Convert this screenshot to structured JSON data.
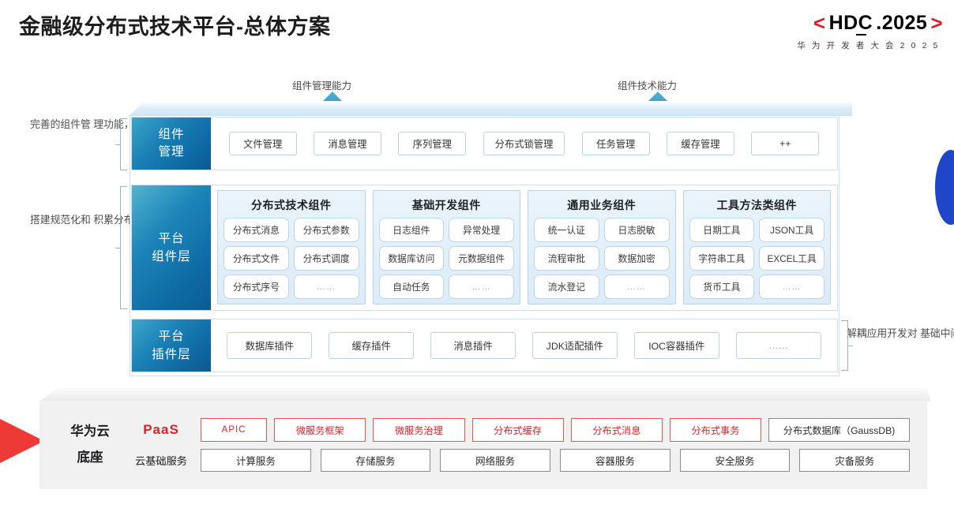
{
  "header": {
    "title": "金融级分布式技术平台-总体方案",
    "logo_bracket_left": "<",
    "logo_text_a": "HDC",
    "logo_text_b": ".2025",
    "logo_bracket_right": ">",
    "logo_subtitle": "华 为 开 发 者 大 会 2 0 2 5",
    "accent_red": "#d8232a"
  },
  "arrows": [
    {
      "label": "组件管理能力"
    },
    {
      "label": "组件技术能力"
    }
  ],
  "left_notes": [
    "完善的组件管\n理功能，提供\n技术参数的全\n生命周期管理",
    "搭建规范化和\n积累分布式技\n术组件、基础\n开发组件及通\n用业务组件"
  ],
  "right_note": "解耦应用开发对\n基础中间件及\nJava框架依赖",
  "layers": {
    "component_management": {
      "label": "组件\n管理",
      "items": [
        "文件管理",
        "消息管理",
        "序列管理",
        "分布式锁管理",
        "任务管理",
        "缓存管理",
        "++"
      ]
    },
    "platform_component": {
      "label": "平台\n组件层",
      "groups": [
        {
          "title": "分布式技术组件",
          "items": [
            "分布式消息",
            "分布式参数",
            "分布式文件",
            "分布式调度",
            "分布式序号",
            "……"
          ]
        },
        {
          "title": "基础开发组件",
          "items": [
            "日志组件",
            "异常处理",
            "数据库访问",
            "元数据组件",
            "自动任务",
            "……"
          ]
        },
        {
          "title": "通用业务组件",
          "items": [
            "统一认证",
            "日志脱敏",
            "流程审批",
            "数据加密",
            "流水登记",
            "……"
          ]
        },
        {
          "title": "工具方法类组件",
          "items": [
            "日期工具",
            "JSON工具",
            "字符串工具",
            "EXCEL工具",
            "货币工具",
            "……"
          ]
        }
      ]
    },
    "platform_plugin": {
      "label": "平台\n插件层",
      "items": [
        "数据库插件",
        "缓存插件",
        "消息插件",
        "JDK适配插件",
        "IOC容器插件",
        "……"
      ]
    }
  },
  "foundation": {
    "title": "华为云\n底座",
    "paas_label": "PaaS",
    "cloud_label": "云基础服务",
    "paas_items": [
      {
        "text": "APIC",
        "style": "red"
      },
      {
        "text": "微服务框架",
        "style": "red"
      },
      {
        "text": "微服务治理",
        "style": "red"
      },
      {
        "text": "分布式缓存",
        "style": "red"
      },
      {
        "text": "分布式消息",
        "style": "red"
      },
      {
        "text": "分布式事务",
        "style": "red"
      },
      {
        "text": "分布式数据库（GaussDB)",
        "style": "neutral"
      }
    ],
    "cloud_items": [
      "计算服务",
      "存储服务",
      "网络服务",
      "容器服务",
      "安全服务",
      "灾备服务"
    ]
  },
  "colors": {
    "brand_red": "#d8232a",
    "layer_blue": "#116ba6",
    "decor_blue": "#1f46c8",
    "panel_border": "#cfe0ef"
  }
}
